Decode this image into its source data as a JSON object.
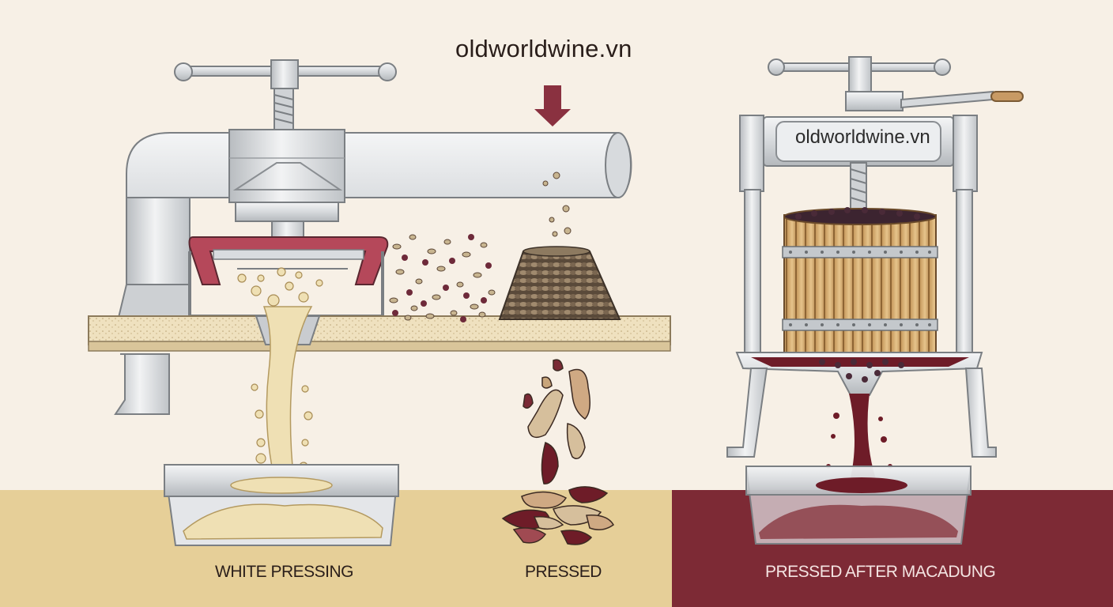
{
  "brand": {
    "top_text": "oldworldwine.vn",
    "plate_text": "oldworldwine.vn"
  },
  "captions": {
    "left": "WHITE PRESSING",
    "middle": "PRESSED",
    "right": "PRESSED AFTER MACADUNG"
  },
  "colors": {
    "background": "#f7f0e6",
    "band_gold": "#e6cf98",
    "band_wine": "#7d2a35",
    "metal": "#d9dcdf",
    "juice_white": "#efe0b4",
    "juice_red": "#6e1c28"
  },
  "icons": [
    "down-arrow-icon"
  ]
}
